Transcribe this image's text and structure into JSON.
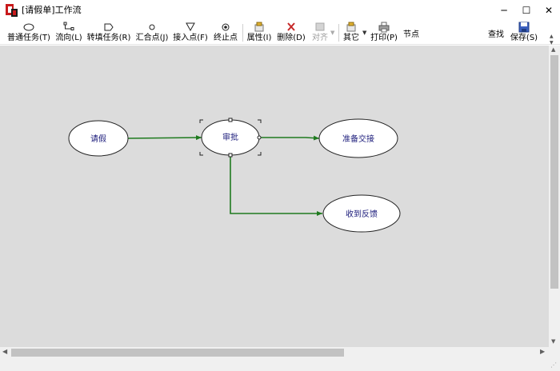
{
  "window": {
    "title": "[请假单]工作流",
    "minimize_glyph": "─",
    "maximize_glyph": "☐",
    "close_glyph": "✕"
  },
  "toolbar": {
    "buttons": [
      {
        "label": "普通任务(T)",
        "icon": "ellipse-icon"
      },
      {
        "label": "流向(L)",
        "icon": "flow-connector-icon"
      },
      {
        "label": "转填任务(R)",
        "icon": "pentagon-tag-icon"
      },
      {
        "label": "汇合点(J)",
        "icon": "small-circle-icon"
      },
      {
        "label": "接入点(F)",
        "icon": "triangle-down-icon"
      },
      {
        "label": "终止点",
        "icon": "double-circle-icon"
      },
      {
        "label": "属性(I)",
        "icon": "properties-icon"
      },
      {
        "label": "删除(D)",
        "icon": "delete-x-icon"
      },
      {
        "label": "对齐",
        "icon": "align-icon",
        "disabled": true
      },
      {
        "label": "其它",
        "icon": "other-icon"
      },
      {
        "label": "打印(P)",
        "icon": "printer-icon"
      },
      {
        "label": "保存(S)",
        "icon": "save-disk-icon"
      }
    ],
    "search_label": "节点",
    "search_value": "",
    "search_button": "查找",
    "scroll_up": "▲",
    "scroll_down": "▼"
  },
  "workflow": {
    "nodes": [
      {
        "id": "n1",
        "label": "请假",
        "selected": false
      },
      {
        "id": "n2",
        "label": "审批",
        "selected": true
      },
      {
        "id": "n3",
        "label": "准备交接",
        "selected": false
      },
      {
        "id": "n4",
        "label": "收到反馈",
        "selected": false
      }
    ],
    "edges": [
      {
        "from": "请假",
        "to": "审批"
      },
      {
        "from": "审批",
        "to": "准备交接"
      },
      {
        "from": "审批",
        "to": "收到反馈"
      }
    ],
    "edge_color": "#1e7a1e",
    "canvas_color": "#dcdcdc",
    "node_text_color": "#1a1a7a"
  },
  "scrollbars": {
    "up": "▲",
    "down": "▼",
    "left": "◀",
    "right": "▶"
  }
}
